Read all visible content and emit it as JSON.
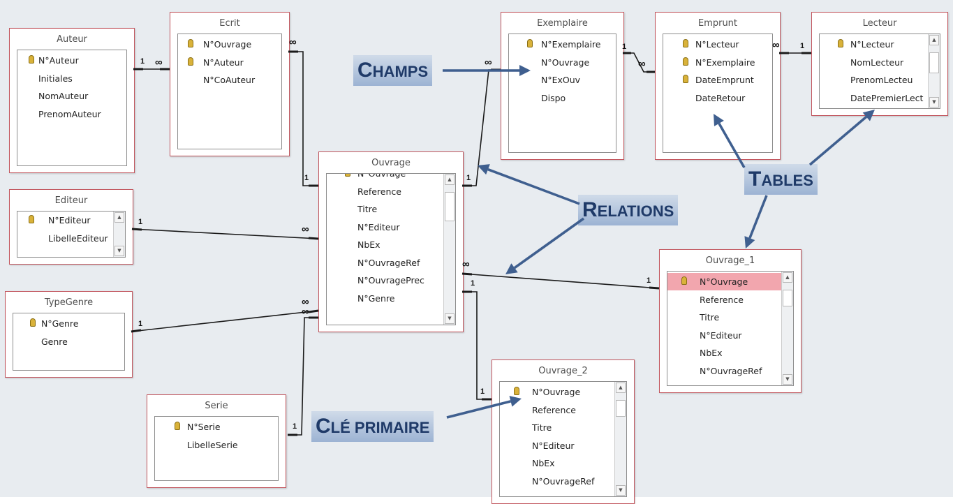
{
  "tables": [
    {
      "title": "Auteur",
      "fields": [
        {
          "name": "N°Auteur",
          "key": true
        },
        {
          "name": "Initiales"
        },
        {
          "name": "NomAuteur"
        },
        {
          "name": "PrenomAuteur"
        }
      ]
    },
    {
      "title": "Ecrit",
      "fields": [
        {
          "name": "N°Ouvrage",
          "key": true
        },
        {
          "name": "N°Auteur",
          "key": true
        },
        {
          "name": "N°CoAuteur"
        }
      ]
    },
    {
      "title": "Exemplaire",
      "fields": [
        {
          "name": "N°Exemplaire",
          "key": true
        },
        {
          "name": "N°Ouvrage"
        },
        {
          "name": "N°ExOuv"
        },
        {
          "name": "Dispo"
        }
      ]
    },
    {
      "title": "Emprunt",
      "fields": [
        {
          "name": "N°Lecteur",
          "key": true
        },
        {
          "name": "N°Exemplaire",
          "key": true
        },
        {
          "name": "DateEmprunt",
          "key": true
        },
        {
          "name": "DateRetour"
        }
      ]
    },
    {
      "title": "Lecteur",
      "fields": [
        {
          "name": "N°Lecteur",
          "key": true
        },
        {
          "name": "NomLecteur"
        },
        {
          "name": "PrenomLecteu"
        },
        {
          "name": "DatePremierLect"
        }
      ]
    },
    {
      "title": "Ouvrage",
      "fields": [
        {
          "name": "N°Ouvrage",
          "key": true
        },
        {
          "name": "Reference"
        },
        {
          "name": "Titre"
        },
        {
          "name": "N°Editeur"
        },
        {
          "name": "NbEx"
        },
        {
          "name": "N°OuvrageRef"
        },
        {
          "name": "N°OuvragePrec"
        },
        {
          "name": "N°Genre"
        }
      ]
    },
    {
      "title": "Editeur",
      "fields": [
        {
          "name": "N°Editeur",
          "key": true
        },
        {
          "name": "LibelleEditeur"
        }
      ]
    },
    {
      "title": "TypeGenre",
      "fields": [
        {
          "name": "N°Genre",
          "key": true
        },
        {
          "name": "Genre"
        }
      ]
    },
    {
      "title": "Serie",
      "fields": [
        {
          "name": "N°Serie",
          "key": true
        },
        {
          "name": "LibelleSerie"
        }
      ]
    },
    {
      "title": "Ouvrage_2",
      "fields": [
        {
          "name": "N°Ouvrage",
          "key": true
        },
        {
          "name": "Reference"
        },
        {
          "name": "Titre"
        },
        {
          "name": "N°Editeur"
        },
        {
          "name": "NbEx"
        },
        {
          "name": "N°OuvrageRef"
        }
      ]
    },
    {
      "title": "Ouvrage_1",
      "fields": [
        {
          "name": "N°Ouvrage",
          "key": true,
          "selected": true
        },
        {
          "name": "Reference"
        },
        {
          "name": "Titre"
        },
        {
          "name": "N°Editeur"
        },
        {
          "name": "NbEx"
        },
        {
          "name": "N°OuvrageRef"
        }
      ]
    }
  ],
  "cardinality": {
    "one": "1",
    "many": "∞"
  },
  "annotations": {
    "champs": {
      "initial": "C",
      "rest": "HAMPS"
    },
    "relations": {
      "initial": "R",
      "rest": "ELATIONS"
    },
    "tables": {
      "initial": "T",
      "rest": "ABLES"
    },
    "cle_primaire": {
      "initial": "C",
      "rest": "LÉ PRIMAIRE"
    }
  },
  "colors": {
    "accent": "#3f5f8f",
    "table_border": "#c2565e",
    "selected_row": "#f2a6ae",
    "key_icon": "#d9b23a"
  }
}
